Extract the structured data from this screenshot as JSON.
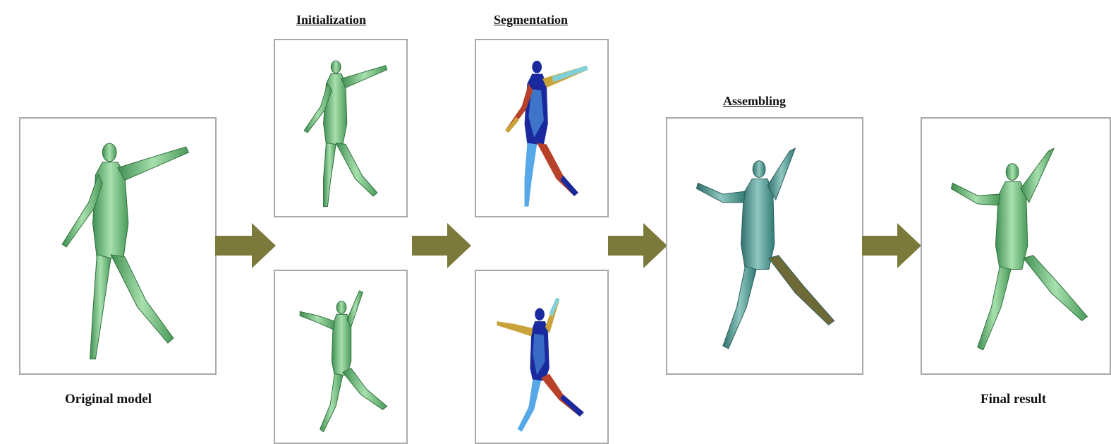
{
  "headings": {
    "initialization": "Initialization",
    "segmentation": "Segmentation",
    "assembling": "Assembling"
  },
  "captions": {
    "original": "Original model",
    "final": "Final result"
  },
  "colors": {
    "mesh_green": "#7cc98a",
    "mesh_dark_green": "#3f8f52",
    "segment_blue": "#1a2a9e",
    "segment_light_blue": "#56a8e8",
    "segment_red": "#b8412a",
    "segment_orange": "#c9a23a",
    "assembled_teal": "#3f8c88",
    "arrow_olive": "#7c7a3a",
    "panel_border": "#a9a9a9"
  },
  "icons": {
    "arrow": "arrow-right-icon",
    "model": "human-mesh-icon"
  }
}
